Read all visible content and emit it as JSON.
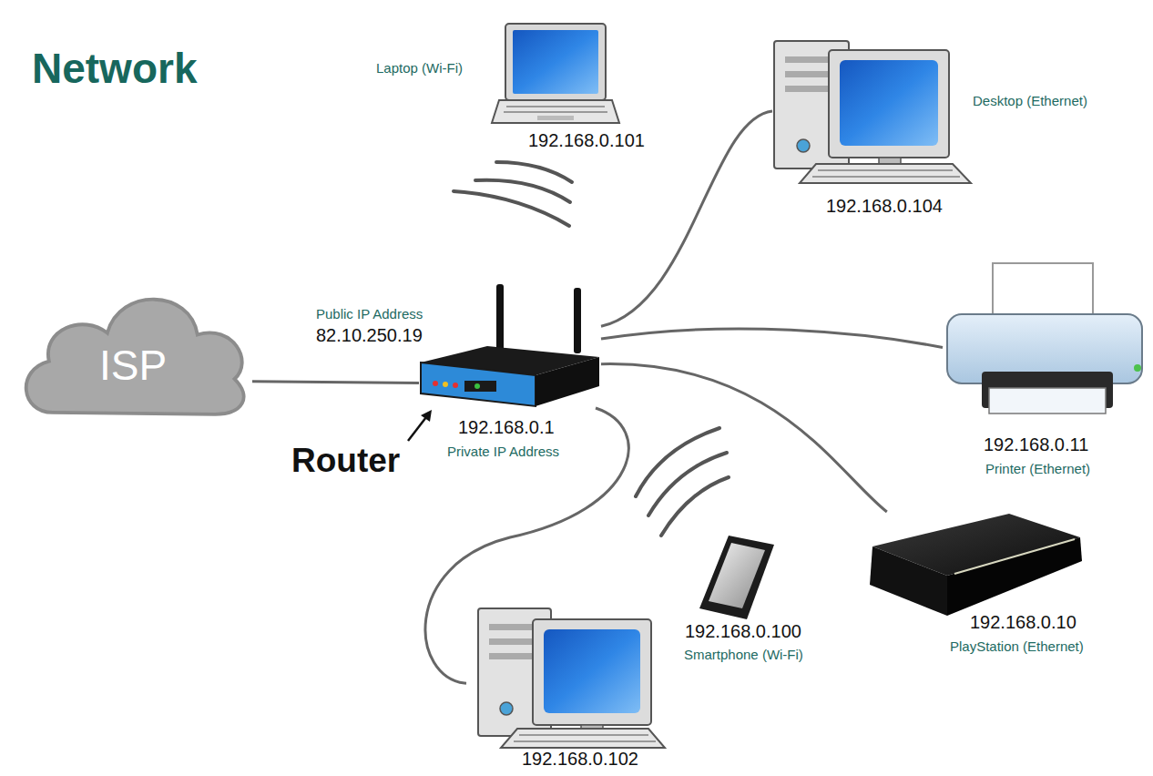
{
  "diagram": {
    "title": "Network",
    "nodes": [
      {
        "text": [
          "Laptop (Wi-Fi)",
          "192.168.0.101"
        ]
      },
      {
        "text": [
          "Desktop (Ethernet)",
          "192.168.0.104"
        ]
      },
      {
        "text": [
          "ISP"
        ]
      },
      {
        "text": [
          "Public IP Address",
          "82.10.250.19",
          "192.168.0.1",
          "Private IP Address"
        ]
      },
      {
        "text": [
          "192.168.0.11",
          "Printer (Ethernet)"
        ]
      },
      {
        "text": [
          "192.168.0.100",
          "Smartphone (Wi-Fi)"
        ]
      },
      {
        "text": [
          "192.168.0.10",
          "PlayStation (Ethernet)"
        ]
      },
      {
        "text": [
          "192.168.0.102"
        ]
      }
    ],
    "edges": [
      {
        "from": 2,
        "to": 3,
        "arrow": "none"
      },
      {
        "from": 3,
        "to": 1,
        "arrow": "none"
      },
      {
        "from": 3,
        "to": 4,
        "arrow": "none"
      },
      {
        "from": 3,
        "to": 6,
        "arrow": "none"
      },
      {
        "from": 3,
        "to": 7,
        "arrow": "none"
      }
    ],
    "labels": [
      "Router"
    ]
  }
}
